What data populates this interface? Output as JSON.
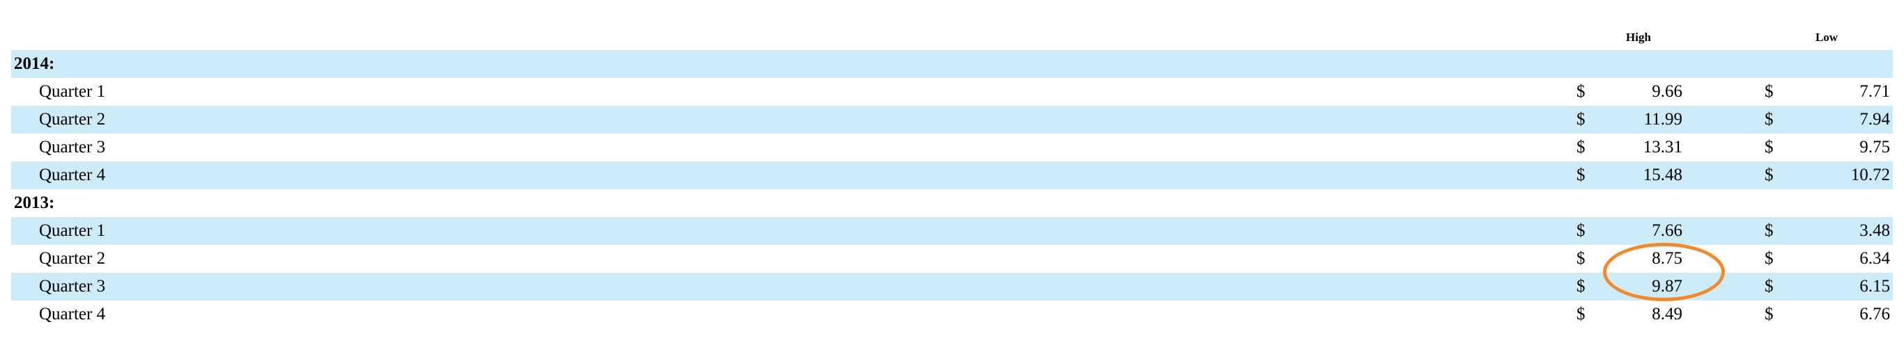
{
  "table": {
    "columns": {
      "high": "High",
      "low": "Low"
    },
    "currency": "$",
    "rows": [
      {
        "type": "year",
        "label": "2014:"
      },
      {
        "type": "quarter",
        "label": "Quarter 1",
        "high": "9.66",
        "low": "7.71"
      },
      {
        "type": "quarter",
        "label": "Quarter 2",
        "high": "11.99",
        "low": "7.94"
      },
      {
        "type": "quarter",
        "label": "Quarter 3",
        "high": "13.31",
        "low": "9.75"
      },
      {
        "type": "quarter",
        "label": "Quarter 4",
        "high": "15.48",
        "low": "10.72"
      },
      {
        "type": "year",
        "label": "2013:"
      },
      {
        "type": "quarter",
        "label": "Quarter 1",
        "high": "7.66",
        "low": "3.48"
      },
      {
        "type": "quarter",
        "label": "Quarter 2",
        "high": "8.75",
        "low": "6.34"
      },
      {
        "type": "quarter",
        "label": "Quarter 3",
        "high": "9.87",
        "low": "6.15"
      },
      {
        "type": "quarter",
        "label": "Quarter 4",
        "high": "8.49",
        "low": "6.76"
      }
    ]
  },
  "annotation": {
    "shape": "ellipse",
    "color": "#f08a2c",
    "highlights": [
      "8.75",
      "9.87"
    ]
  },
  "colors": {
    "shade": "#cdecfa",
    "text": "#000000"
  }
}
